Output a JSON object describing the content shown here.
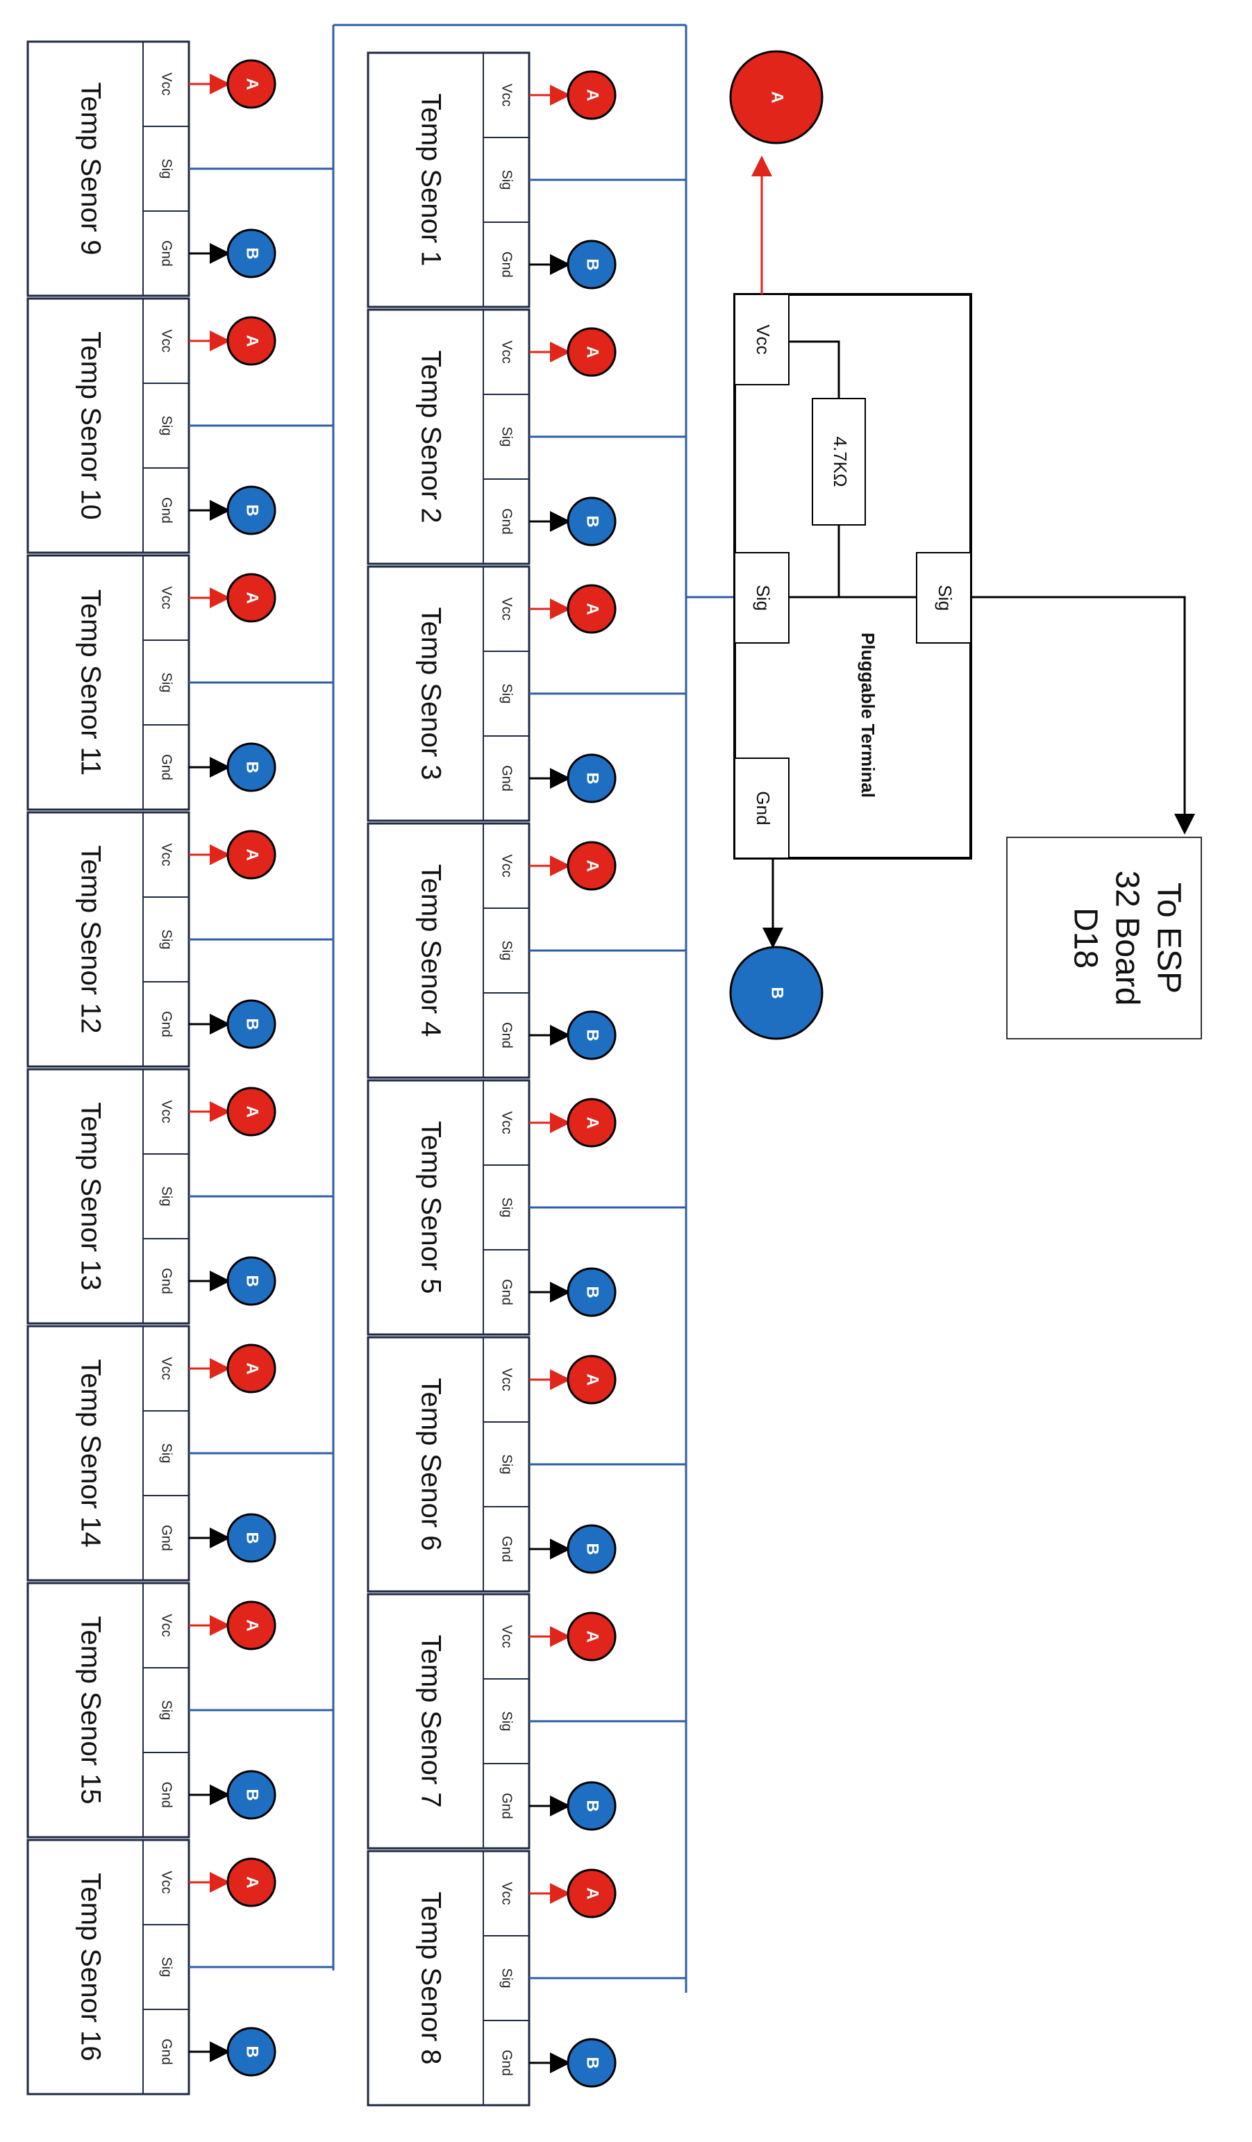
{
  "diagram": {
    "colors": {
      "node_a": "#e1251b",
      "node_b": "#1e6fc2",
      "bus": "#2e5fa3"
    },
    "pin_labels": {
      "vcc": "Vcc",
      "sig": "Sig",
      "gnd": "Gnd"
    },
    "node_labels": {
      "a": "A",
      "b": "B"
    },
    "sensors_column_right": [
      "Temp Senor 1",
      "Temp Senor 2",
      "Temp Senor 3",
      "Temp Senor 4",
      "Temp Senor 5",
      "Temp Senor 6",
      "Temp Senor 7",
      "Temp Senor 8"
    ],
    "sensors_column_left": [
      "Temp Senor 9",
      "Temp Senor 10",
      "Temp Senor 11",
      "Temp Senor 12",
      "Temp Senor 13",
      "Temp Senor 14",
      "Temp Senor 15",
      "Temp Senor 16"
    ],
    "terminal": {
      "title": "Pluggable Terminal",
      "resistor": "4.7KΩ",
      "pin_vcc": "Vcc",
      "pin_sig_in": "Sig",
      "pin_sig_out": "Sig",
      "pin_gnd": "Gnd"
    },
    "esp": {
      "line1": "To ESP",
      "line2": "32 Board",
      "line3": "D18"
    }
  }
}
